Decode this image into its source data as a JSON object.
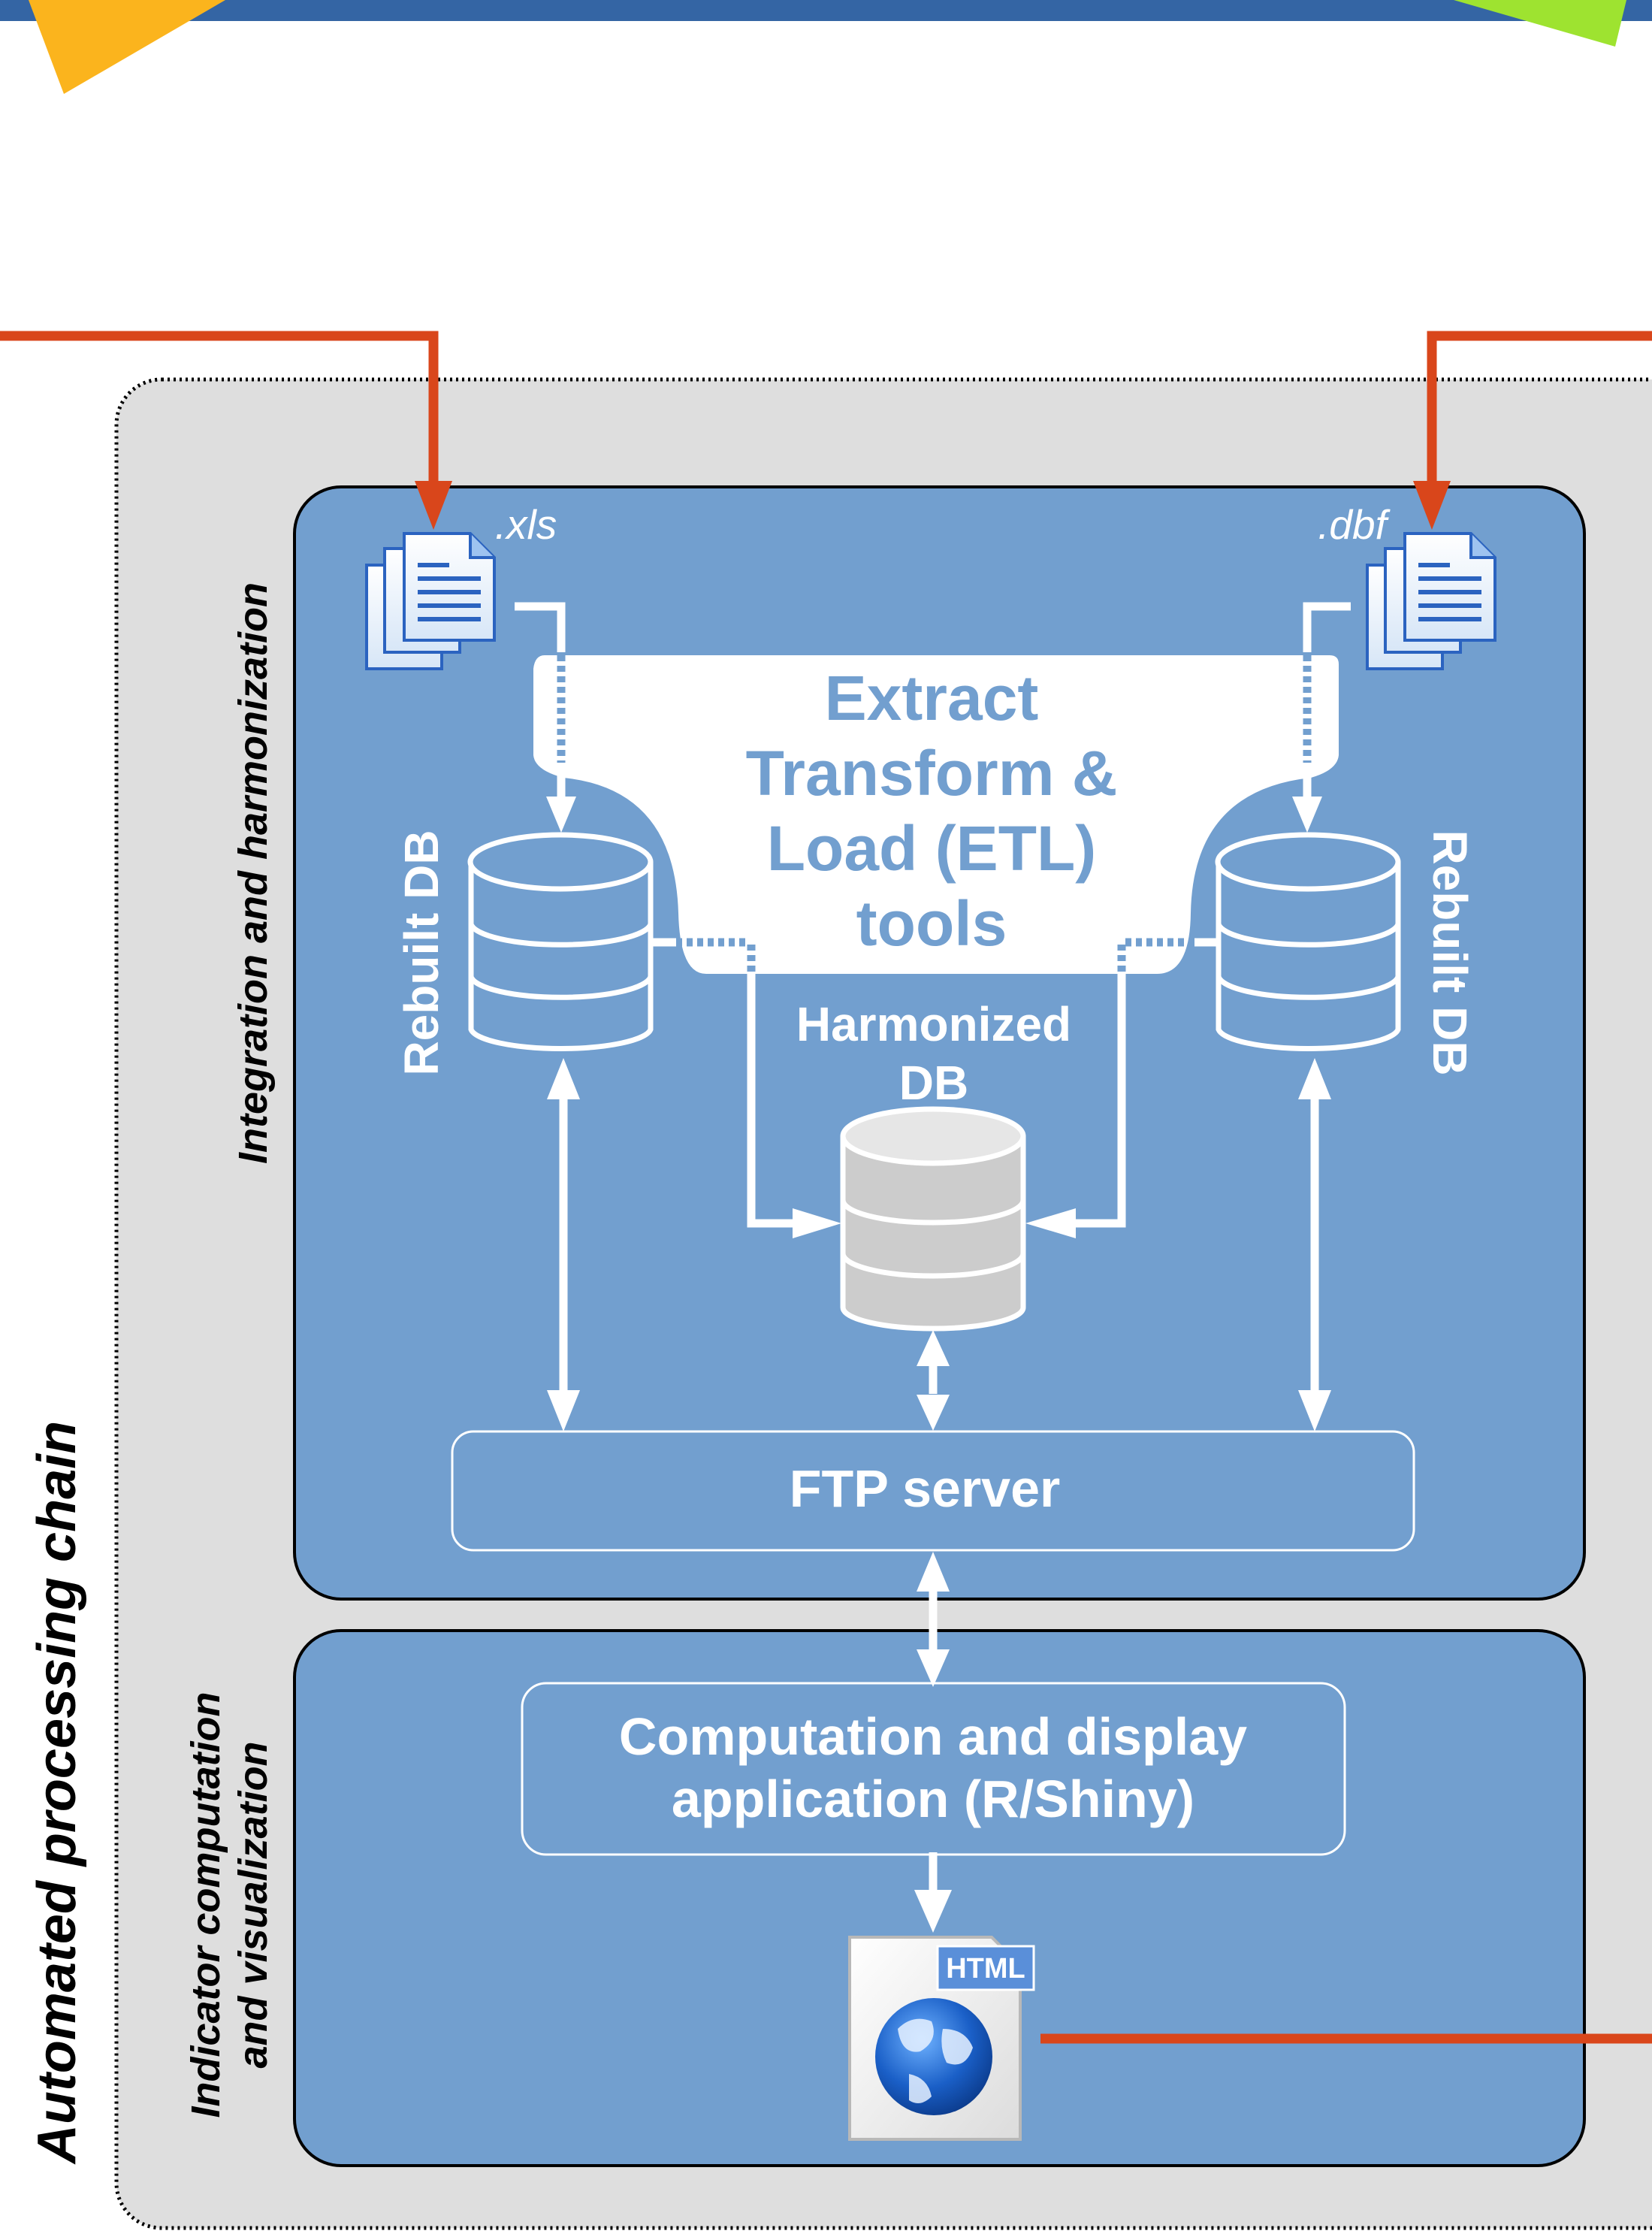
{
  "chain_title": "Automated processing chain",
  "section_integration": "Integration and harmonization",
  "section_indicator": {
    "line1": "Indicator computation",
    "line2": "and visualization"
  },
  "files": {
    "left_ext": ".xls",
    "right_ext": ".dbf"
  },
  "etl": {
    "line1": "Extract",
    "line2": "Transform &",
    "line3": "Load (ETL)",
    "line4": "tools"
  },
  "rebuilt_db_left": "Rebuilt DB",
  "rebuilt_db_right": "Rebuilt DB",
  "harmonized_db": {
    "line1": "Harmonized",
    "line2": "DB"
  },
  "ftp_server": "FTP server",
  "app": {
    "line1": "Computation and display",
    "line2": "application (R/Shiny)"
  },
  "html_badge": "HTML",
  "colors": {
    "panel_blue": "#729fcf",
    "outer_gray": "#dedede",
    "flow_orange": "#d9461b",
    "text_blue": "#729fcf",
    "top_bar": "#3465a4"
  }
}
